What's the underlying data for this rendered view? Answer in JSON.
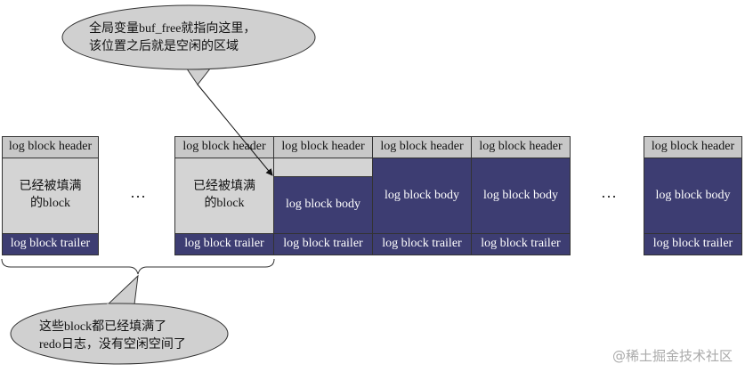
{
  "labels": {
    "header": "log block header",
    "body": "log block body",
    "trailer": "log block trailer",
    "filled_line1": "已经被填满",
    "filled_line2": "的block",
    "ellipsis": "…"
  },
  "callout_top": {
    "line1": "全局变量buf_free就指向这里，",
    "line2": "该位置之后就是空闲的区域"
  },
  "callout_bottom": {
    "line1": "这些block都已经填满了",
    "line2": "redo日志，没有空闲空间了"
  },
  "watermark": "@稀土掘金技术社区",
  "colors": {
    "header_gray": "#c8c8c8",
    "filled_gray": "#d4d4d4",
    "navy": "#3d3d72"
  }
}
